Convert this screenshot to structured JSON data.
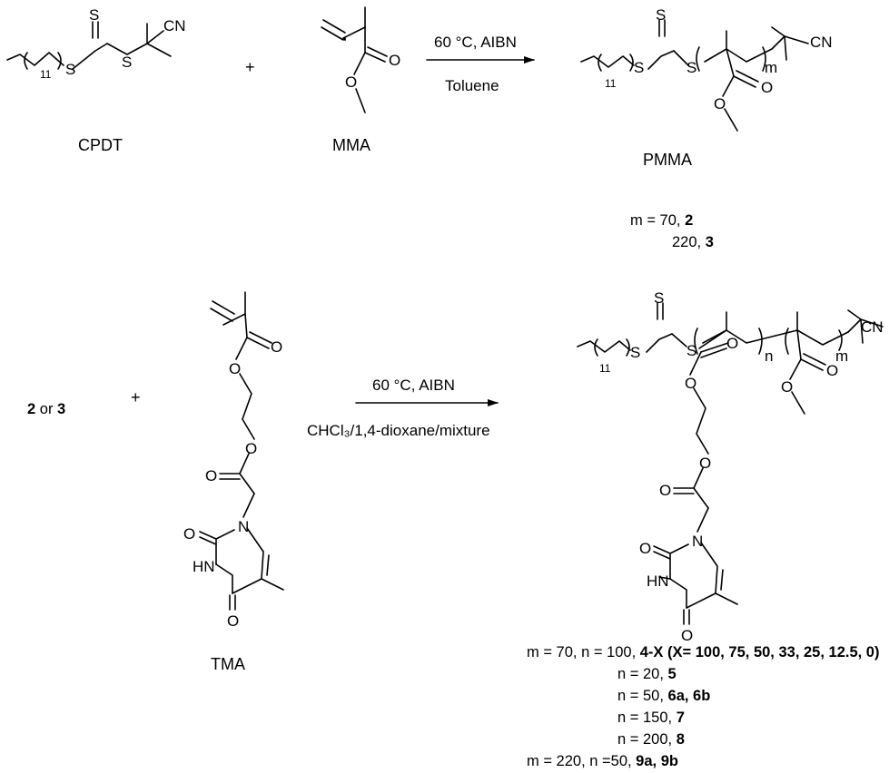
{
  "compounds": {
    "cpdt": "CPDT",
    "mma": "MMA",
    "pmma": "PMMA",
    "tma": "TMA"
  },
  "atoms": {
    "S": "S",
    "CN": "CN",
    "O": "O",
    "N": "N",
    "NH": "HN",
    "n11": "11",
    "m": "m",
    "n": "n"
  },
  "reaction1": {
    "plus": "+",
    "condition_top": "60 °C, AIBN",
    "condition_bottom": "Toluene"
  },
  "reaction2": {
    "reactant_a": "2",
    "or": " or ",
    "reactant_b": "3",
    "plus": "+",
    "condition_top": "60 °C, AIBN",
    "condition_bottom": "CHCl₃/1,4-dioxane/mixture"
  },
  "pmma_products": [
    {
      "prefix": "m = 70, ",
      "id": "2"
    },
    {
      "prefix": "220, ",
      "id": "3"
    }
  ],
  "block_products": [
    {
      "prefix": "m = 70, n = 100, ",
      "id": "4-X (X= 100, 75, 50, 33, 25, 12.5, 0)"
    },
    {
      "prefix": "n = 20,   ",
      "id": "5"
    },
    {
      "prefix": "n = 50,   ",
      "id": "6a, 6b"
    },
    {
      "prefix": "n = 150, ",
      "id": "7"
    },
    {
      "prefix": "n = 200, ",
      "id": "8"
    },
    {
      "prefix": "m =  220, n =50, ",
      "id": "9a, 9b"
    }
  ]
}
